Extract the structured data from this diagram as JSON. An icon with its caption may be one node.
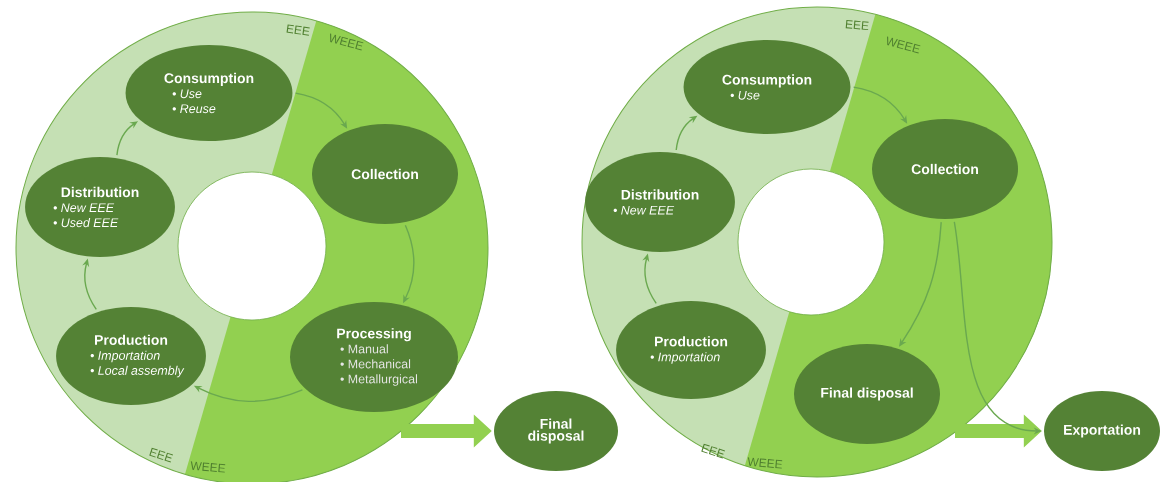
{
  "diagram": {
    "nodes": [
      {
        "text": [
          "Consumption",
          "• Use",
          "• Reuse"
        ]
      },
      {
        "text": [
          "Collection"
        ]
      },
      {
        "text": [
          "Processing",
          "• Manual",
          "• Mechanical",
          "• Metallurgical"
        ]
      },
      {
        "text": [
          "Production",
          "• Importation",
          "• Local assembly"
        ]
      },
      {
        "text": [
          "Distribution",
          "• New EEE",
          "• Used EEE"
        ]
      },
      {
        "text": [
          "Final disposal"
        ]
      },
      {
        "text": [
          "Consumption",
          "• Use"
        ]
      },
      {
        "text": [
          "Collection"
        ]
      },
      {
        "text": [
          "Final disposal"
        ]
      },
      {
        "text": [
          "Exportation"
        ]
      },
      {
        "text": [
          "Production",
          "• Importation"
        ]
      },
      {
        "text": [
          "Distribution",
          "• New EEE"
        ]
      }
    ],
    "edges": [
      {
        "from": 0,
        "to": 1,
        "arrow": "to"
      },
      {
        "from": 1,
        "to": 2,
        "arrow": "to"
      },
      {
        "from": 2,
        "to": 3,
        "arrow": "to"
      },
      {
        "from": 3,
        "to": 4,
        "arrow": "to"
      },
      {
        "from": 4,
        "to": 0,
        "arrow": "to"
      },
      {
        "from": null,
        "to": 5,
        "arrow": "to",
        "style": "thick",
        "color": "#92d050"
      },
      {
        "from": 6,
        "to": 7,
        "arrow": "to"
      },
      {
        "from": 7,
        "to": 8,
        "arrow": "to"
      },
      {
        "from": 7,
        "to": 9,
        "arrow": "to"
      },
      {
        "from": null,
        "to": 9,
        "arrow": "to",
        "style": "thick",
        "color": "#92d050"
      },
      {
        "from": 10,
        "to": 11,
        "arrow": "to"
      },
      {
        "from": 11,
        "to": 6,
        "arrow": "to"
      }
    ],
    "labels": [
      "EEE",
      "WEEE",
      "EEE",
      "WEEE",
      "EEE",
      "WEEE",
      "EEE",
      "WEEE"
    ]
  }
}
